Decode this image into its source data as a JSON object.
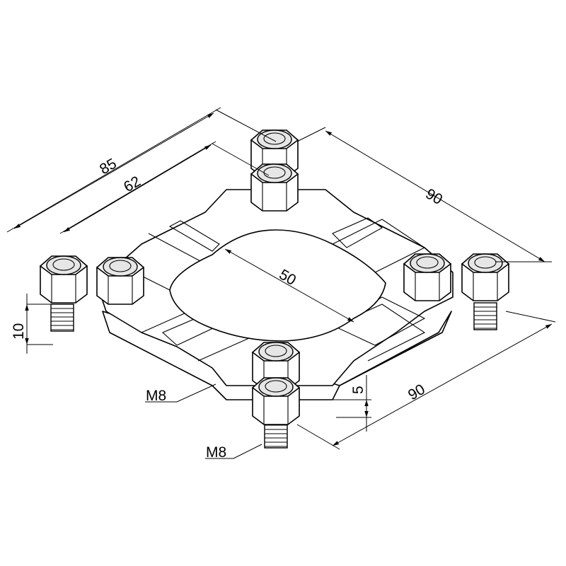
{
  "drawing": {
    "dimensions": {
      "overall_width": "85",
      "inner_width": "62",
      "right_upper": "90",
      "right_lower": "90",
      "center_opening": "50",
      "bolt_length": "10",
      "plate_thickness": "5"
    },
    "callouts": {
      "thread_upper": "M8",
      "thread_lower": "M8"
    }
  }
}
